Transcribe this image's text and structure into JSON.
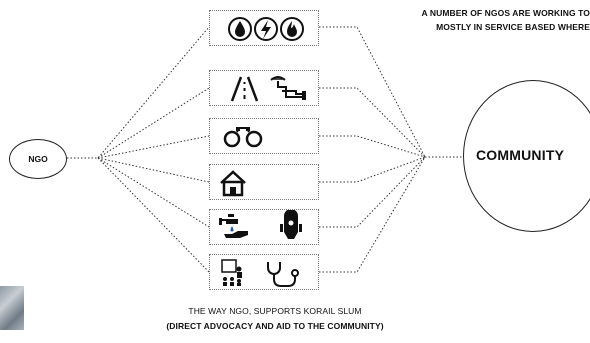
{
  "top_note": {
    "line1": "A NUMBER OF NGOS ARE WORKING TO",
    "line2": "MOSTLY IN SERVICE BASED WHERE"
  },
  "ngo_label": "NGO",
  "community_label": "COMMUNITY",
  "services": [
    {
      "name": "utilities",
      "icons": [
        "water-drop-icon",
        "electricity-bolt-icon",
        "gas-flame-icon"
      ]
    },
    {
      "name": "infrastructure",
      "icons": [
        "road-icon",
        "pipe-faucet-icon"
      ]
    },
    {
      "name": "legal",
      "icons": [
        "handcuffs-icon"
      ]
    },
    {
      "name": "housing",
      "icons": [
        "house-icon"
      ]
    },
    {
      "name": "health-sanitation",
      "icons": [
        "tap-water-icon",
        "toilet-icon"
      ]
    },
    {
      "name": "education-health",
      "icons": [
        "classroom-icon",
        "stethoscope-icon"
      ]
    }
  ],
  "caption": {
    "line1": "THE WAY NGO, SUPPORTS KORAIL SLUM",
    "line2": "(DIRECT ADVOCACY AND AID TO THE COMMUNITY)"
  }
}
